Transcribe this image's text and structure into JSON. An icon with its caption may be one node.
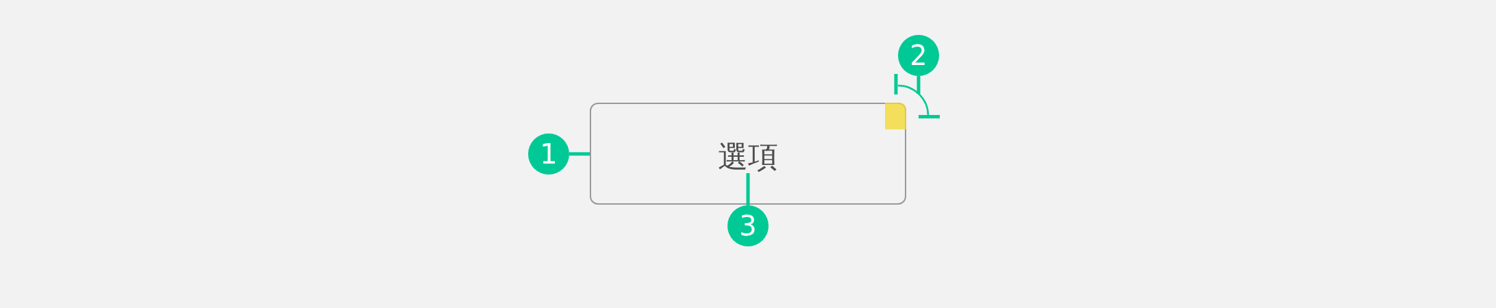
{
  "diagram": {
    "nodes": [
      {
        "text": [
          "2"
        ]
      },
      {
        "text": [
          "1"
        ]
      },
      {
        "text": [],
        "shape": "box"
      },
      {
        "text": [
          "選項"
        ],
        "in": 2
      },
      {
        "text": [
          "3"
        ]
      }
    ],
    "edges": [
      {
        "from": 1,
        "to": 2,
        "arrow": "none"
      },
      {
        "from": 0,
        "to": null,
        "arrow": "none"
      },
      {
        "from": 4,
        "to": 3,
        "arrow": "none"
      }
    ]
  }
}
